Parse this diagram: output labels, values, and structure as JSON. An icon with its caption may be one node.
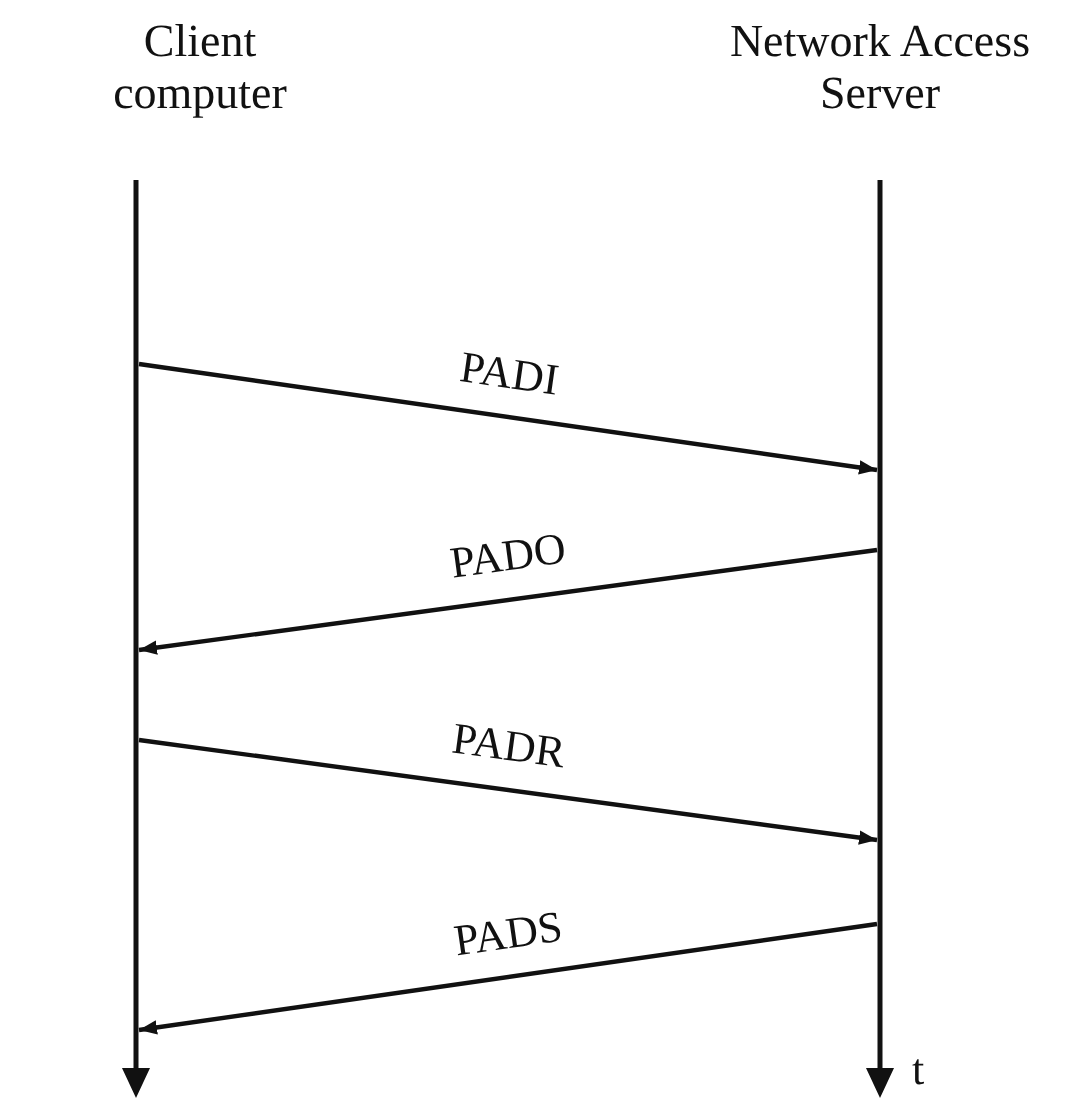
{
  "diagram": {
    "nodes": [
      {
        "text": [
          "Client computer"
        ]
      },
      {
        "text": [
          "Network Access Server"
        ]
      }
    ],
    "edges": [
      {
        "from": 0,
        "to": 1,
        "arrow": "to",
        "label": "PADI"
      },
      {
        "from": 1,
        "to": 0,
        "arrow": "to",
        "label": "PADO"
      },
      {
        "from": 0,
        "to": 1,
        "arrow": "to",
        "label": "PADR"
      },
      {
        "from": 1,
        "to": 0,
        "arrow": "to",
        "label": "PADS"
      }
    ],
    "labels": [
      "t"
    ]
  }
}
